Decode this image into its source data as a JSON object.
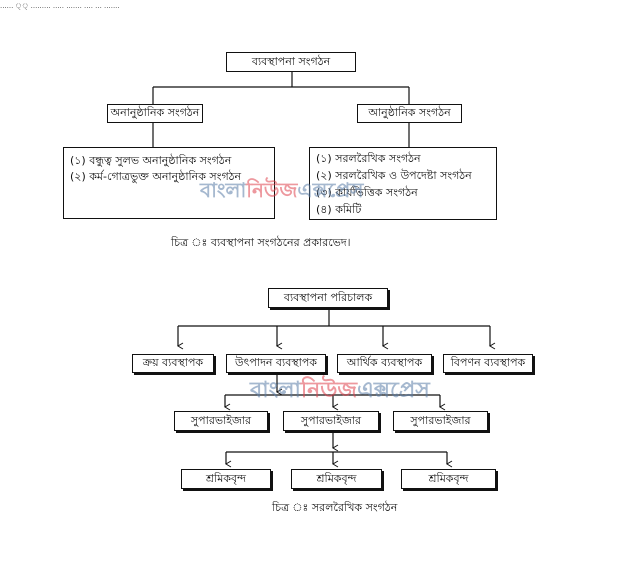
{
  "top_fragment": "...... ্্ ......... ..... ....... .... ... .......",
  "diagram1": {
    "root": "ব্যবস্থাপনা সংগঠন",
    "left_branch": "অনানুষ্ঠানিক সংগঠন",
    "right_branch": "আনুষ্ঠানিক সংগঠন",
    "left_items": [
      "(১) বন্ধুত্ব সুলভ অনানুষ্ঠানিক সংগঠন",
      "(২) কর্ম-গোত্রভুক্ত অনানুষ্ঠানিক সংগঠন"
    ],
    "right_items": [
      "(১) সরলরৈখিক সংগঠন",
      "(২) সরলরৈখিক ও উপদেষ্টা সংগঠন",
      "(৩) কার্যভিত্তিক সংগঠন",
      "(৪) কমিটি"
    ],
    "caption": "চিত্র ঃ ব্যবস্থাপনা সংগঠনের প্রকারভেদ।"
  },
  "diagram2": {
    "root": "ব্যবস্থাপনা পরিচালক",
    "managers": [
      "ক্রয় ব্যবস্থাপক",
      "উৎপাদন ব্যবস্থাপক",
      "আর্থিক ব্যবস্থাপক",
      "বিপণন ব্যবস্থাপক"
    ],
    "supervisors": [
      "সুপারভাইজার",
      "সুপারভাইজার",
      "সুপারভাইজার"
    ],
    "workers": [
      "শ্রমিকবৃন্দ",
      "শ্রমিকবৃন্দ",
      "শ্রমিকবৃন্দ"
    ],
    "caption": "চিত্র ঃ সরলরৈখিক সংগঠন"
  },
  "watermark": {
    "part1": "বাংলা",
    "part2": "নিউজ",
    "part3": "এক্সপ্রেস"
  }
}
